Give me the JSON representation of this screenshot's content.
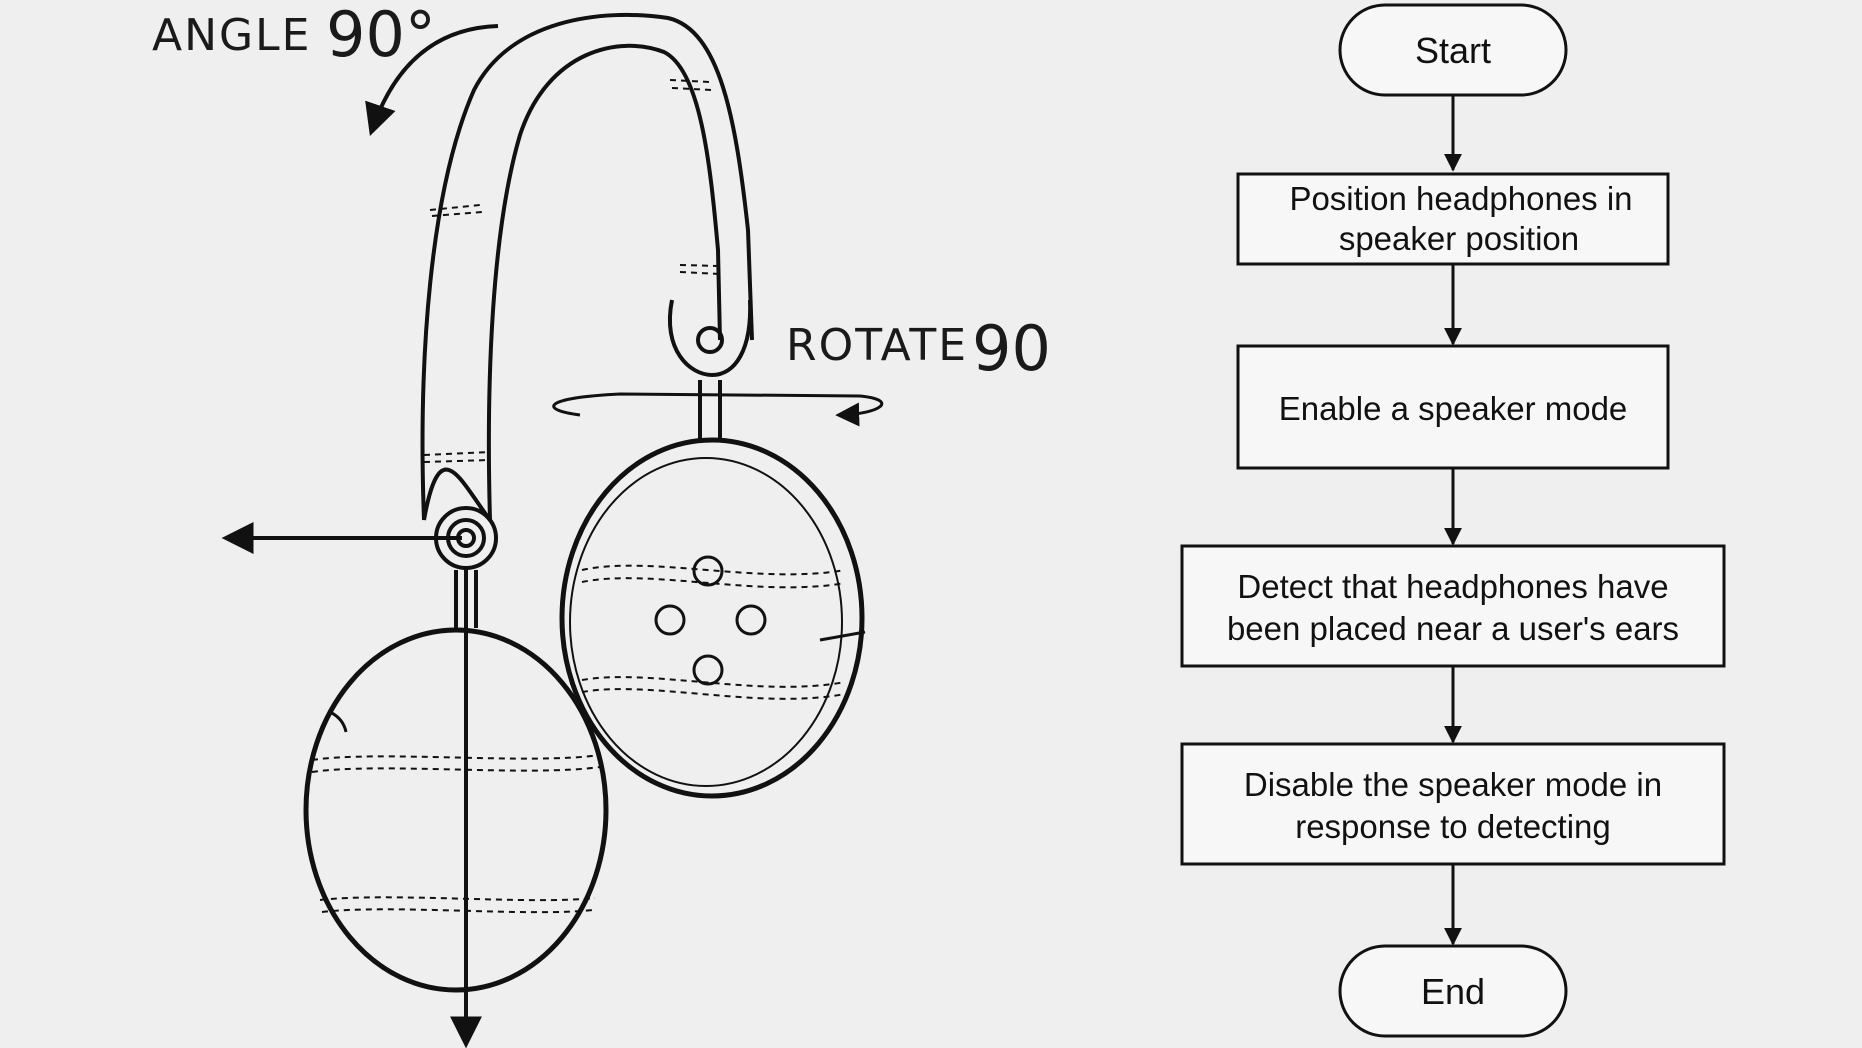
{
  "illustration": {
    "angle_label": "ANGLE",
    "angle_value": "90°",
    "rotate_label": "ROTATE",
    "rotate_value": "90"
  },
  "flowchart": {
    "start": "Start",
    "steps": [
      [
        "Position headphones in",
        "speaker position"
      ],
      [
        "Enable a speaker mode"
      ],
      [
        "Detect that headphones have",
        "been placed near a user's ears"
      ],
      [
        "Disable the speaker mode in",
        "response to detecting"
      ]
    ],
    "end": "End"
  }
}
